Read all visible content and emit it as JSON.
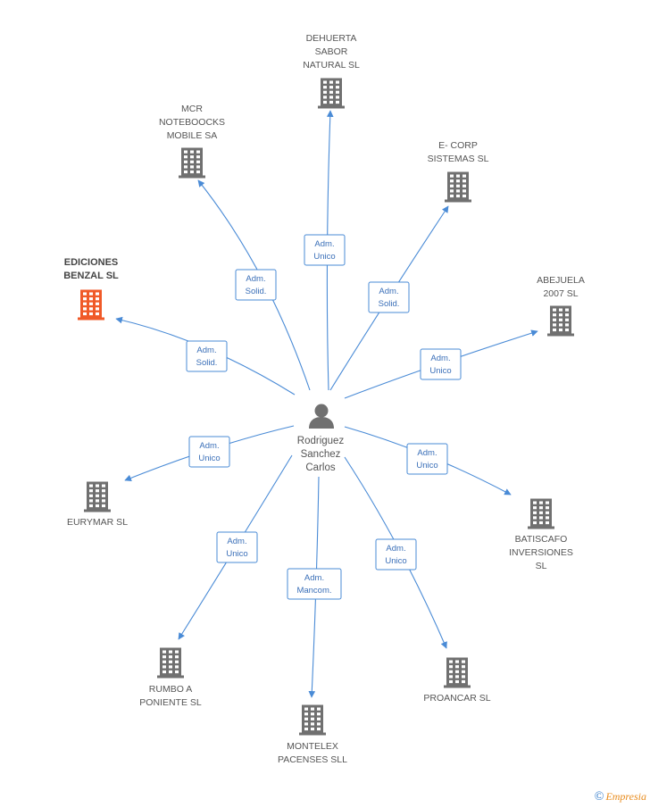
{
  "center": {
    "name_lines": [
      "Rodriguez",
      "Sanchez",
      "Carlos"
    ],
    "icon": "person-icon"
  },
  "colors": {
    "edge": "#4a8bd6",
    "building": "#707070",
    "highlight": "#f05a28"
  },
  "companies": [
    {
      "id": "dehuerta",
      "lines": [
        "DEHUERTA",
        "SABOR",
        "NATURAL  SL"
      ],
      "role": [
        "Adm.",
        "Unico"
      ],
      "highlight": false
    },
    {
      "id": "mcr",
      "lines": [
        "MCR",
        "NOTEBOOCKS",
        "MOBILE SA"
      ],
      "role": [
        "Adm.",
        "Solid."
      ],
      "highlight": false
    },
    {
      "id": "ecorp",
      "lines": [
        "E- CORP",
        "SISTEMAS SL"
      ],
      "role": [
        "Adm.",
        "Solid."
      ],
      "highlight": false
    },
    {
      "id": "ediciones",
      "lines": [
        "EDICIONES",
        "BENZAL SL"
      ],
      "role": [
        "Adm.",
        "Solid."
      ],
      "highlight": true
    },
    {
      "id": "abejuela",
      "lines": [
        "ABEJUELA",
        "2007 SL"
      ],
      "role": [
        "Adm.",
        "Unico"
      ],
      "highlight": false
    },
    {
      "id": "eurymar",
      "lines": [
        "EURYMAR SL"
      ],
      "role": [
        "Adm.",
        "Unico"
      ],
      "highlight": false
    },
    {
      "id": "batiscafo",
      "lines": [
        "BATISCAFO",
        "INVERSIONES",
        "SL"
      ],
      "role": [
        "Adm.",
        "Unico"
      ],
      "highlight": false
    },
    {
      "id": "rumbo",
      "lines": [
        "RUMBO A",
        "PONIENTE  SL"
      ],
      "role": [
        "Adm.",
        "Unico"
      ],
      "highlight": false
    },
    {
      "id": "montelex",
      "lines": [
        "MONTELEX",
        "PACENSES  SLL"
      ],
      "role": [
        "Adm.",
        "Mancom."
      ],
      "highlight": false
    },
    {
      "id": "proancar",
      "lines": [
        "PROANCAR SL"
      ],
      "role": [
        "Adm.",
        "Unico"
      ],
      "highlight": false
    }
  ],
  "brand": {
    "copyright": "©",
    "name": "Empresia"
  }
}
